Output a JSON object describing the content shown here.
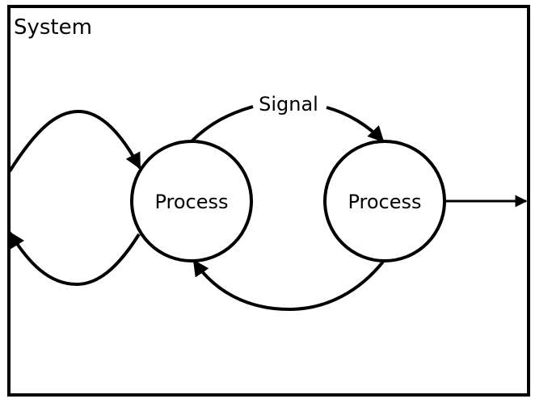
{
  "diagram": {
    "system_label": "System",
    "signal_label": "Signal",
    "process_a_label": "Process",
    "process_b_label": "Process"
  },
  "colors": {
    "stroke": "#000000",
    "background": "#ffffff"
  }
}
